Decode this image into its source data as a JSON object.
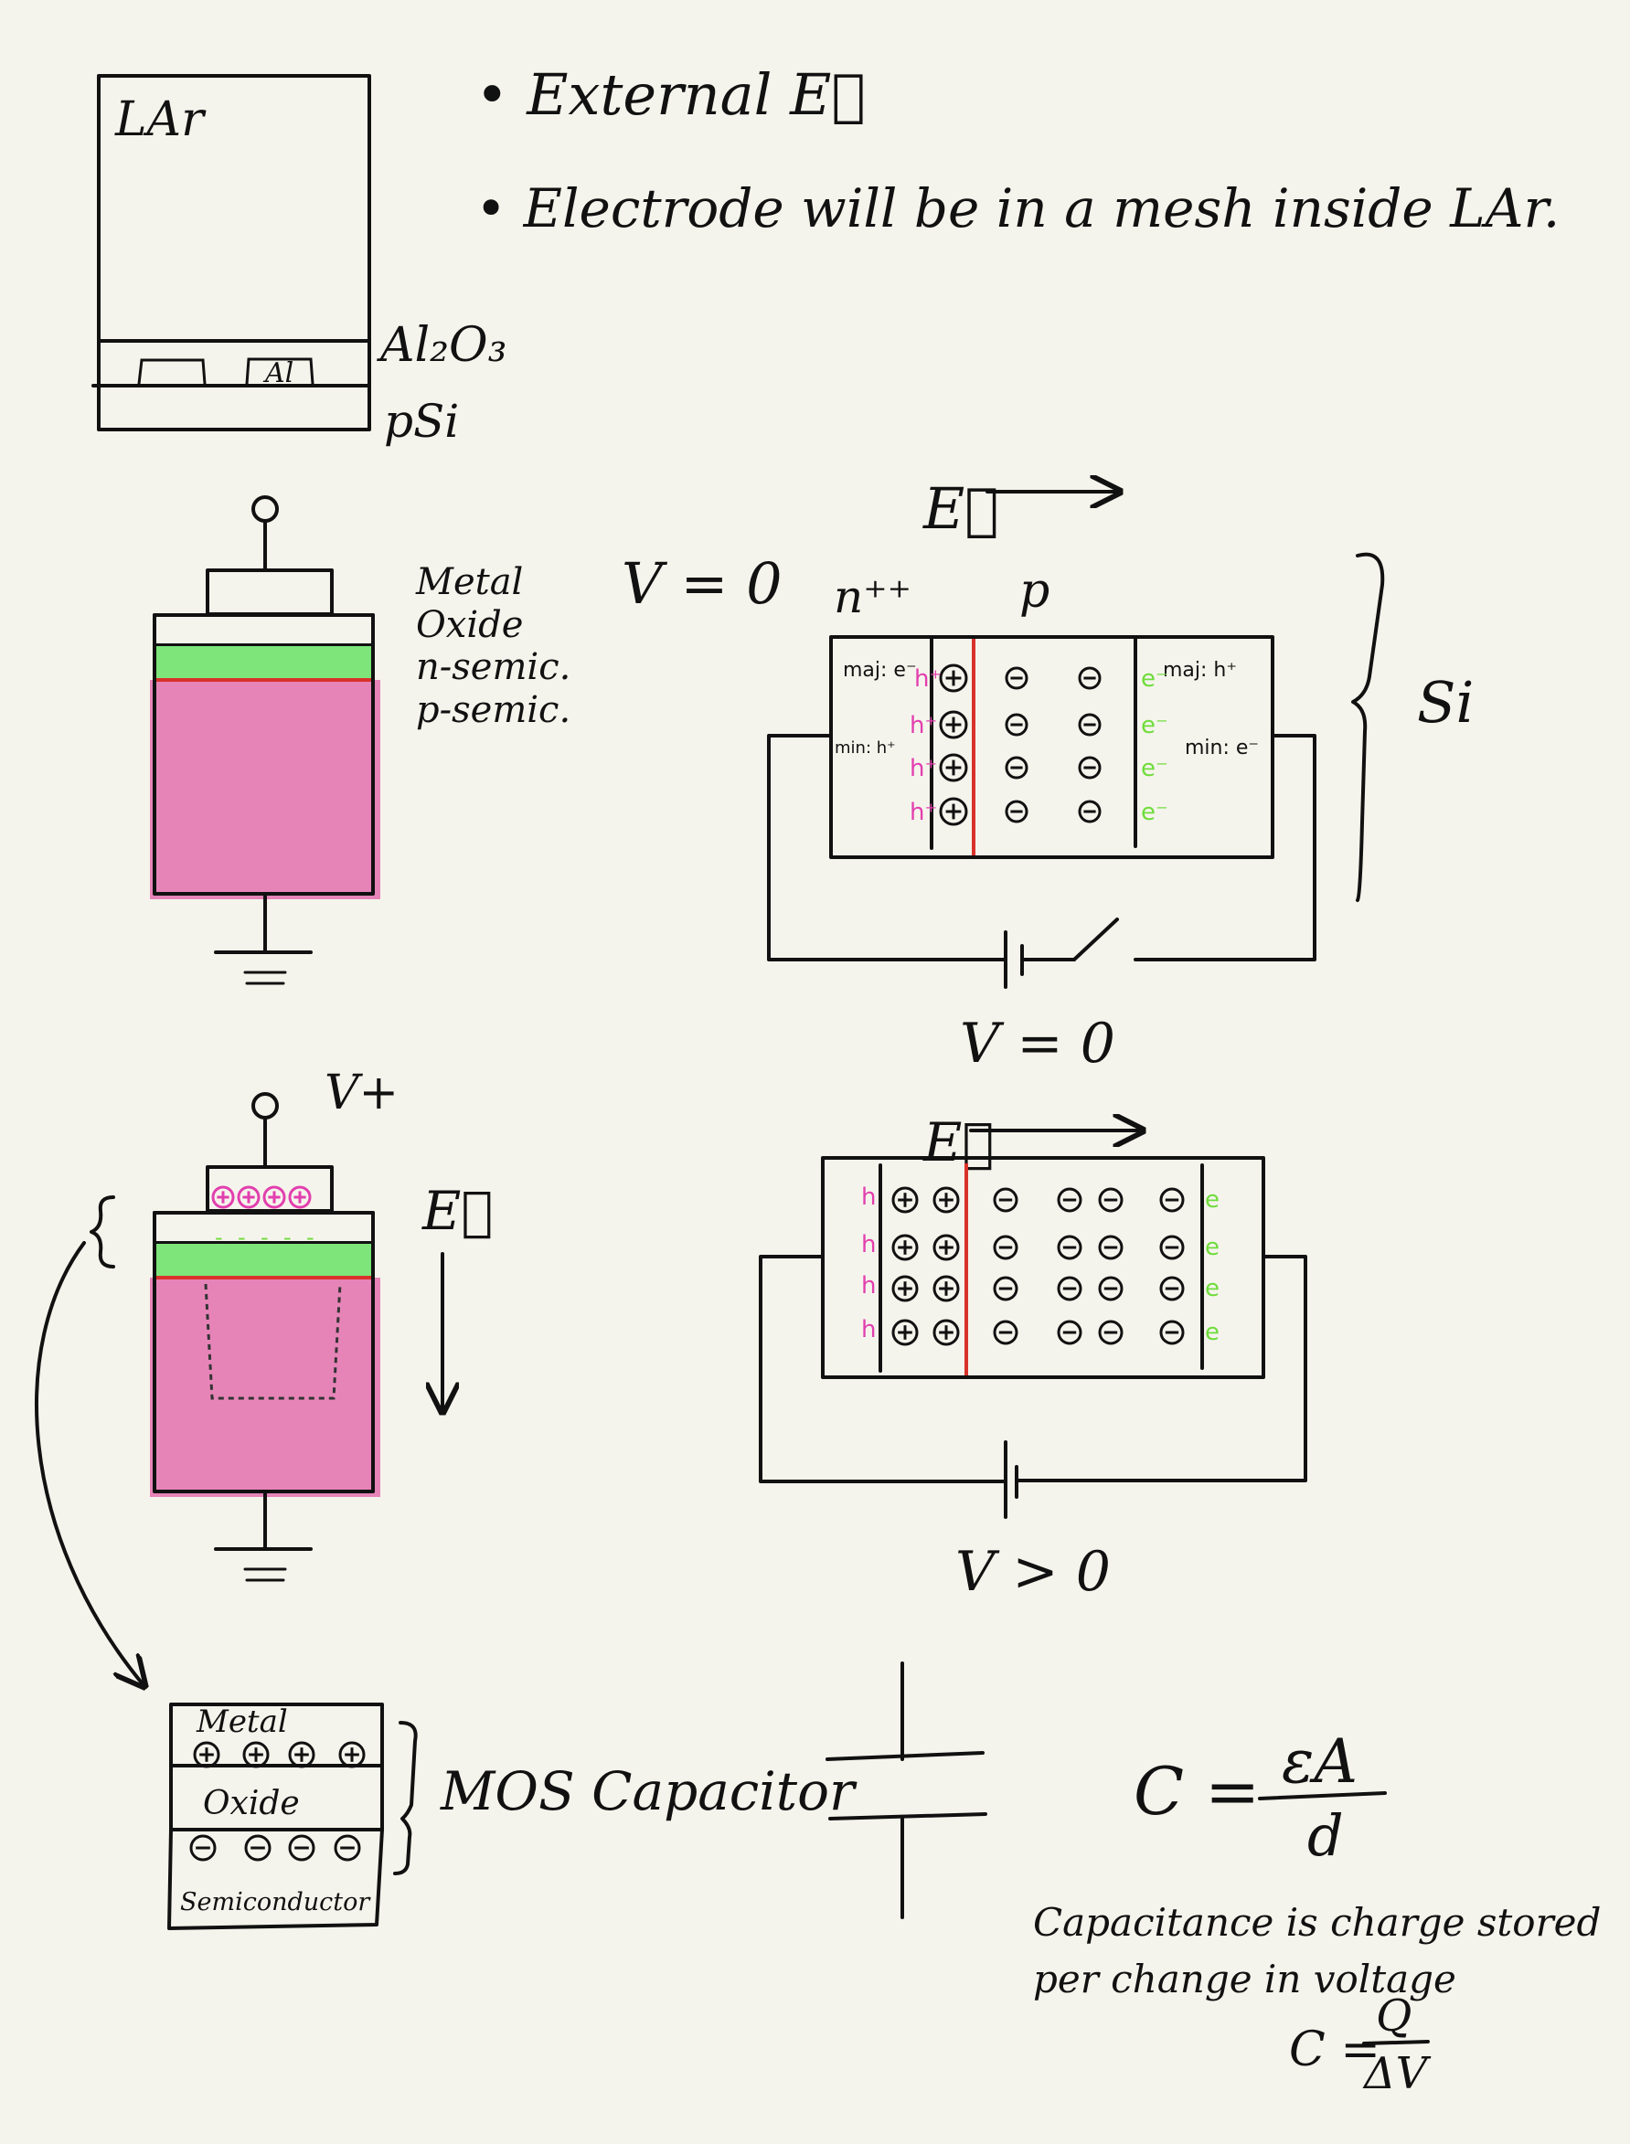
{
  "colors": {
    "pink": "#e684b8",
    "green": "#7ee57a",
    "red": "#d8322b",
    "magenta": "#e23fae",
    "lime": "#6fdc3c",
    "ink": "#111111",
    "paper": "#f5f4ec"
  },
  "top": {
    "lar_label": "LAr",
    "al2o3_label": "Al₂O₃",
    "psi_label": "pSi",
    "al_label": "Al",
    "note1": "• External E⃗",
    "note2": "• Electrode will be in a mesh inside LAr."
  },
  "mos1": {
    "metal": "Metal",
    "oxide": "Oxide",
    "nsemi": "n-semic.",
    "psemi": "p-semic."
  },
  "junction1": {
    "v_eq": "V = 0",
    "e_vec": "E⃗",
    "n_label": "n⁺⁺",
    "p_label": "p",
    "maj_left": "maj: e⁻",
    "min_left": "min: h⁺",
    "maj_right": "maj: h⁺",
    "min_right": "min: e⁻",
    "si_label": "Si",
    "v_bottom": "V = 0",
    "h_label": "h⁺",
    "e_label": "e⁻"
  },
  "mos2": {
    "v_plus": "V+",
    "e_vec": "E⃗"
  },
  "junction2": {
    "e_vec": "E⃗",
    "v_bottom": "V > 0",
    "h_label": "h",
    "e_label": "e"
  },
  "capacitor": {
    "metal": "Metal",
    "oxide": "Oxide",
    "semi": "Semiconductor",
    "title": "MOS Capacitor",
    "formula_c": "C =",
    "formula_num": "εA",
    "formula_den": "d",
    "desc1": "Capacitance is charge stored",
    "desc2": "per change in voltage",
    "formula2_c": "C =",
    "formula2_num": "Q",
    "formula2_den": "ΔV"
  }
}
